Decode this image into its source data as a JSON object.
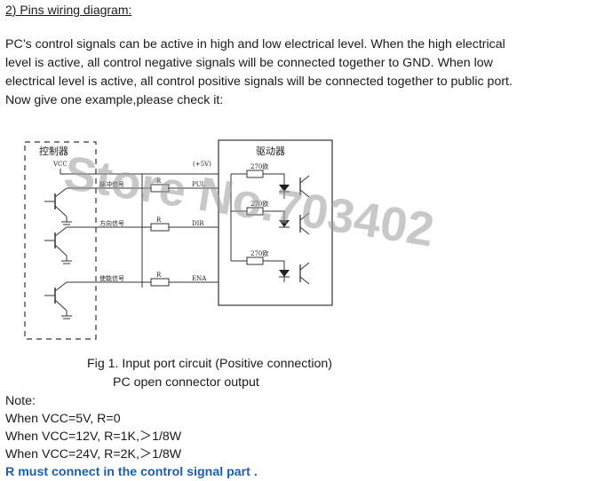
{
  "section": {
    "heading": "2) Pins wiring diagram:"
  },
  "intro": {
    "lines": [
      "PC’s control signals can be active in high and low electrical level. When the high electrical",
      "level is active, all control negative signals will be connected together to GND. When low",
      "electrical level is active, all control positive signals will be connected together to public port.",
      "Now give one example,please check it:"
    ]
  },
  "diagram": {
    "controller_label": "控制器",
    "driver_label": "驱动器",
    "vcc_label": "VCC",
    "plus5v_label": "(+5V)",
    "resistor_label": "R",
    "opto_resistor_label": "270欧",
    "signals": [
      {
        "cn": "脉冲信号",
        "pin": "PUL"
      },
      {
        "cn": "方向信号",
        "pin": "DIR"
      },
      {
        "cn": "使能信号",
        "pin": "ENA"
      }
    ]
  },
  "watermark": {
    "text": "Store No.703402"
  },
  "caption": {
    "line1": "Fig 1.  Input port circuit (Positive connection)",
    "line2": "PC open connector output"
  },
  "notes": {
    "title": "Note:",
    "items": [
      "When VCC=5V, R=0",
      "When VCC=12V, R=1K,＞1/8W",
      "When VCC=24V, R=2K,＞1/8W"
    ],
    "emphasis": "R must connect in the control signal part .",
    "emphasis_color": "#1f5fa8"
  }
}
